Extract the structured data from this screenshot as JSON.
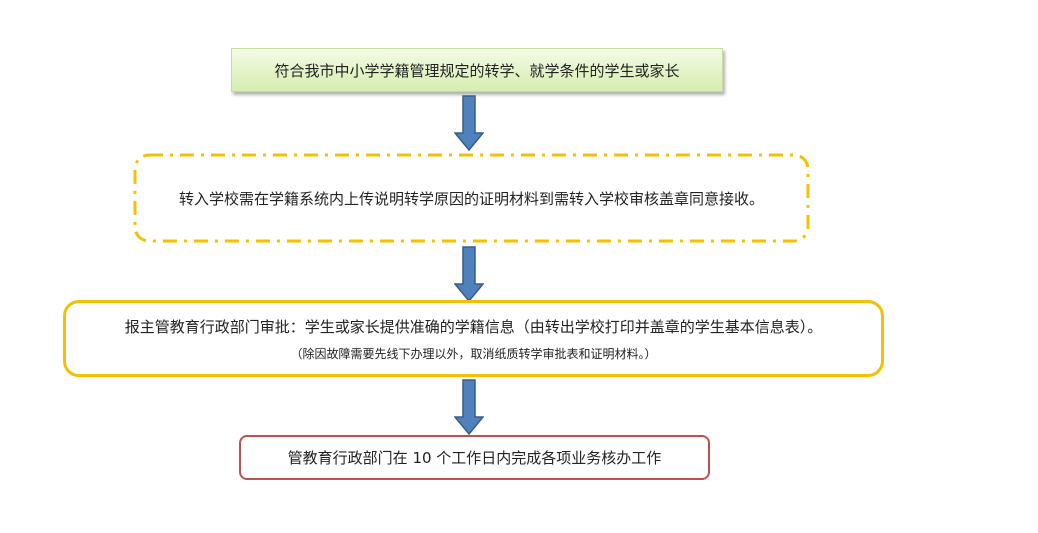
{
  "steps": [
    {
      "text": "符合我市中小学学籍管理规定的转学、就学条件的学生或家长"
    },
    {
      "text": "转入学校需在学籍系统内上传说明转学原因的证明材料到需转入学校审核盖章同意接收。"
    },
    {
      "text": "报主管教育行政部门审批：学生或家长提供准确的学籍信息（由转出学校打印并盖章的学生基本信息表）。",
      "note": "（除因故障需要先线下办理以外，取消纸质转学审批表和证明材料。）"
    },
    {
      "text": "管教育行政部门在 10 个工作日内完成各项业务核办工作"
    }
  ],
  "colors": {
    "arrow": "#4f81bd",
    "dash_border": "#f5c000",
    "final_border": "#c0504d"
  }
}
